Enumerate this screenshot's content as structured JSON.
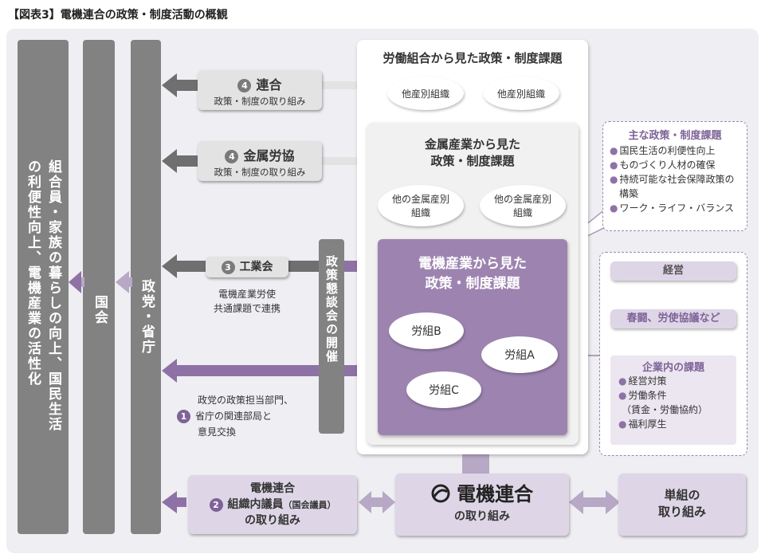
{
  "title": "【図表3】電機連合の政策・制度活動の概観",
  "left_bars": {
    "outcome": "組合員・家族の暮らしの向上、国民生活の利便性向上、電機産業の活性化",
    "diet": "国会",
    "ministries": "政党・省庁"
  },
  "flows": {
    "rengo": {
      "num": "4",
      "name": "連合",
      "sub": "政策・制度の取り組み"
    },
    "kinzoku": {
      "num": "4",
      "name": "金属労協",
      "sub": "政策・制度の取り組み"
    },
    "kogyokai": {
      "num": "3",
      "name": "工業会",
      "desc1": "電機産業労使",
      "desc2": "共通課題で連携"
    },
    "exchange": {
      "num": "1",
      "line1": "政党の政策担当部門、",
      "line2": "省庁の関連部局と",
      "line3": "意見交換"
    }
  },
  "council": "政策懇談会の開催",
  "labor_box": {
    "title": "労働組合から見た政策・制度課題",
    "ovals": [
      "他産別組織",
      "他産別組織"
    ]
  },
  "metal_box": {
    "title_line1": "金属産業から見た",
    "title_line2": "政策・制度課題",
    "ovals": [
      {
        "line1": "他の金属産別",
        "line2": "組織"
      },
      {
        "line1": "他の金属産別",
        "line2": "組織"
      }
    ]
  },
  "denki_box": {
    "title_line1": "電機産業から見た",
    "title_line2": "政策・制度課題",
    "unions": [
      "労組B",
      "労組A",
      "労組C"
    ]
  },
  "main_issues": {
    "title": "主な政策・制度課題",
    "items": [
      "国民生活の利便性向上",
      "ものづくり人材の確保",
      "持続可能な社会保障政策の構築",
      "ワーク・ライフ・バランス"
    ]
  },
  "company": {
    "management": "経営",
    "negotiation": "春闘、労使協議など",
    "issues_title": "企業内の課題",
    "items": [
      "経営対策",
      "労働条件",
      "（賃金・労働協約）",
      "福利厚生"
    ]
  },
  "bottom": {
    "members": {
      "line1": "電機連合",
      "num": "2",
      "line2a": "組織内議員",
      "line2b": "（国会議員）",
      "line3": "の取り組み"
    },
    "denki_logo": "電機連合",
    "denki_sub": "の取り組み",
    "unit": {
      "line1": "単組の",
      "line2": "取り組み"
    }
  },
  "colors": {
    "purple": "#9d84b0",
    "lavender": "#ded6e6",
    "gray": "#828282",
    "arrow_gray": "#6f6f6f",
    "arrow_purple": "#8e72a5"
  }
}
